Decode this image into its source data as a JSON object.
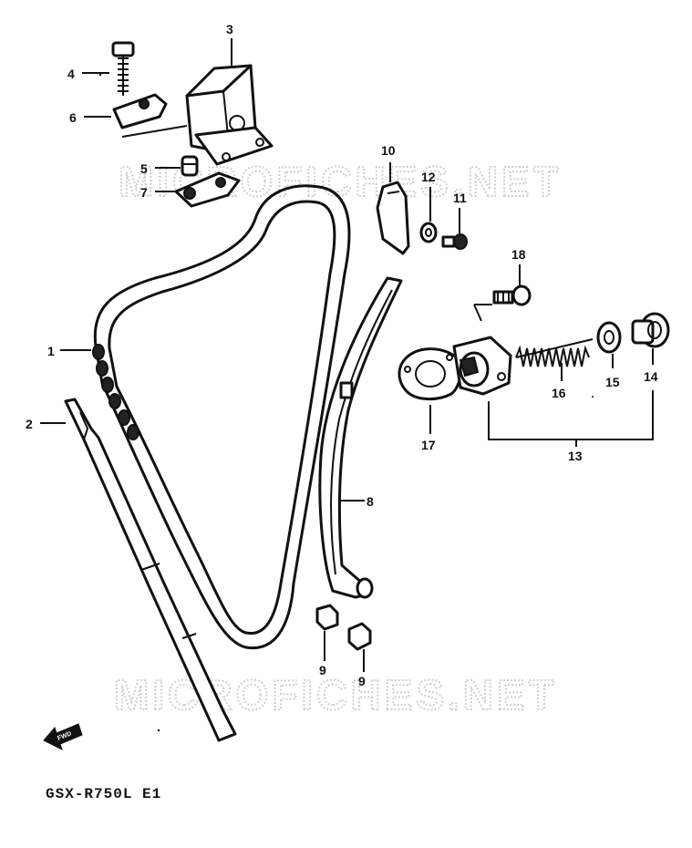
{
  "watermark": "MICROFICHES.NET",
  "model_label": "GSX-R750L E1",
  "front_arrow_label": "FWD",
  "callouts": {
    "c1": "1",
    "c2": "2",
    "c3": "3",
    "c4": "4",
    "c5": "5",
    "c6": "6",
    "c7": "7",
    "c8": "8",
    "c9a": "9",
    "c9b": "9",
    "c10": "10",
    "c11": "11",
    "c12": "12",
    "c13": "13",
    "c14": "14",
    "c15": "15",
    "c16": "16",
    "c17": "17",
    "c18": "18"
  }
}
